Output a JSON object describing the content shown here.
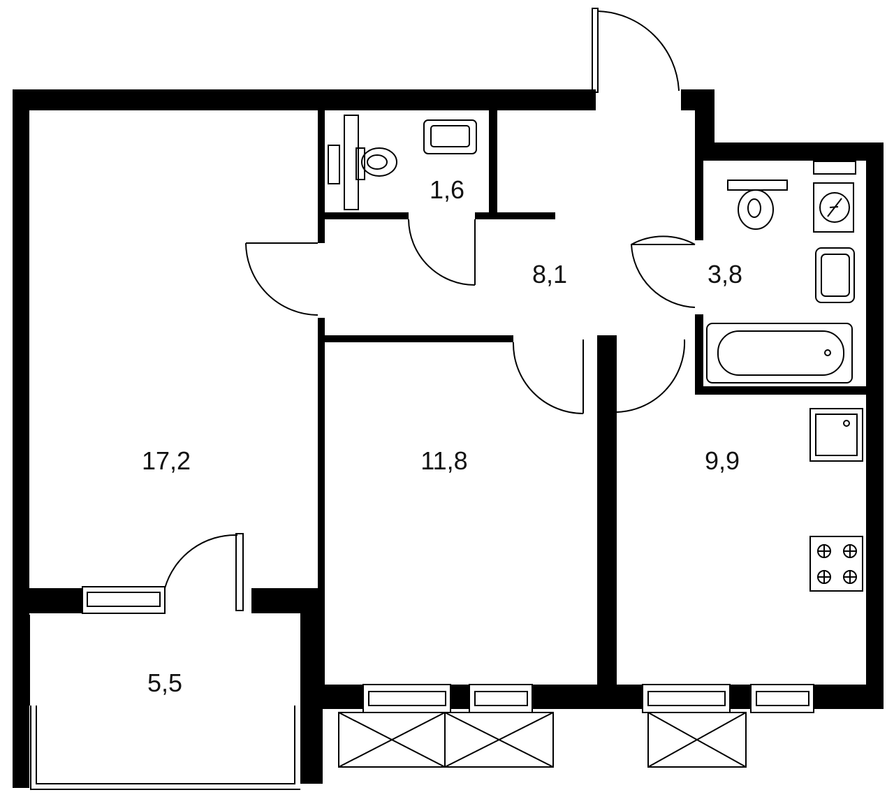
{
  "plan": {
    "wall_color": "#000000",
    "background": "#ffffff",
    "rooms": [
      {
        "id": "living-room",
        "area": "17,2"
      },
      {
        "id": "bedroom",
        "area": "11,8"
      },
      {
        "id": "kitchen",
        "area": "9,9"
      },
      {
        "id": "hallway",
        "area": "8,1"
      },
      {
        "id": "bathroom",
        "area": "3,8"
      },
      {
        "id": "toilet",
        "area": "1,6"
      },
      {
        "id": "balcony",
        "area": "5,5"
      }
    ]
  }
}
